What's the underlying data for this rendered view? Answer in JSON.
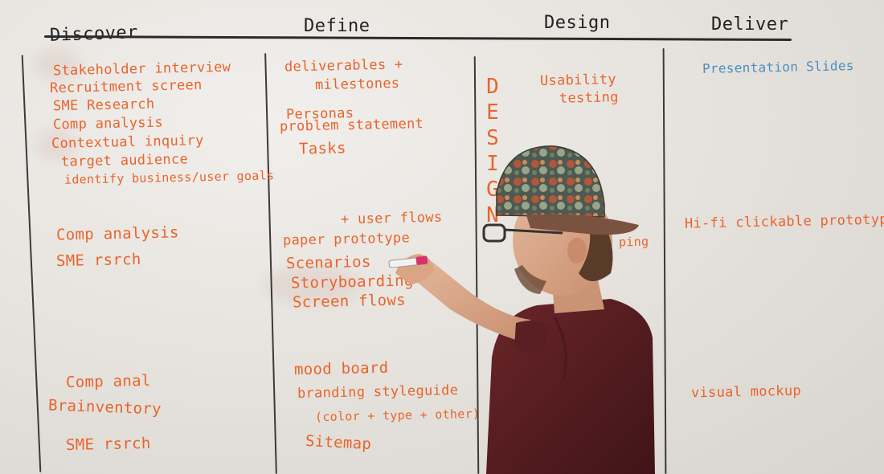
{
  "headers": {
    "discover": "Discover",
    "define": "Define",
    "design": "Design",
    "deliver": "Deliver"
  },
  "discover_notes": [
    "Stakeholder interview",
    "Recruitment screen",
    "SME Research",
    "Comp analysis",
    "Contextual inquiry",
    "target audience",
    "identify business/user goals",
    "Comp analysis",
    "SME rsrch",
    "Comp anal",
    "Brainventory",
    "SME rsrch"
  ],
  "define_notes": [
    "deliverables +",
    "milestones",
    "Personas",
    "problem statement",
    "Tasks",
    "+ user flows",
    "paper prototype",
    "Scenarios",
    "Storyboarding",
    "Screen flows",
    "mood board",
    "branding styleguide",
    "(color + type + other)",
    "Sitemap"
  ],
  "design_vertical": "DESIGN",
  "design_notes": [
    "Usability",
    "testing",
    "ping"
  ],
  "deliver_notes": [
    "Presentation Slides",
    "Hi-fi clickable prototype",
    "visual mockup"
  ],
  "colors": {
    "marker_orange": "#e8642c",
    "marker_blue": "#4a8fc2",
    "marker_black": "#2b2b2b",
    "shirt": "#5a1f22"
  }
}
